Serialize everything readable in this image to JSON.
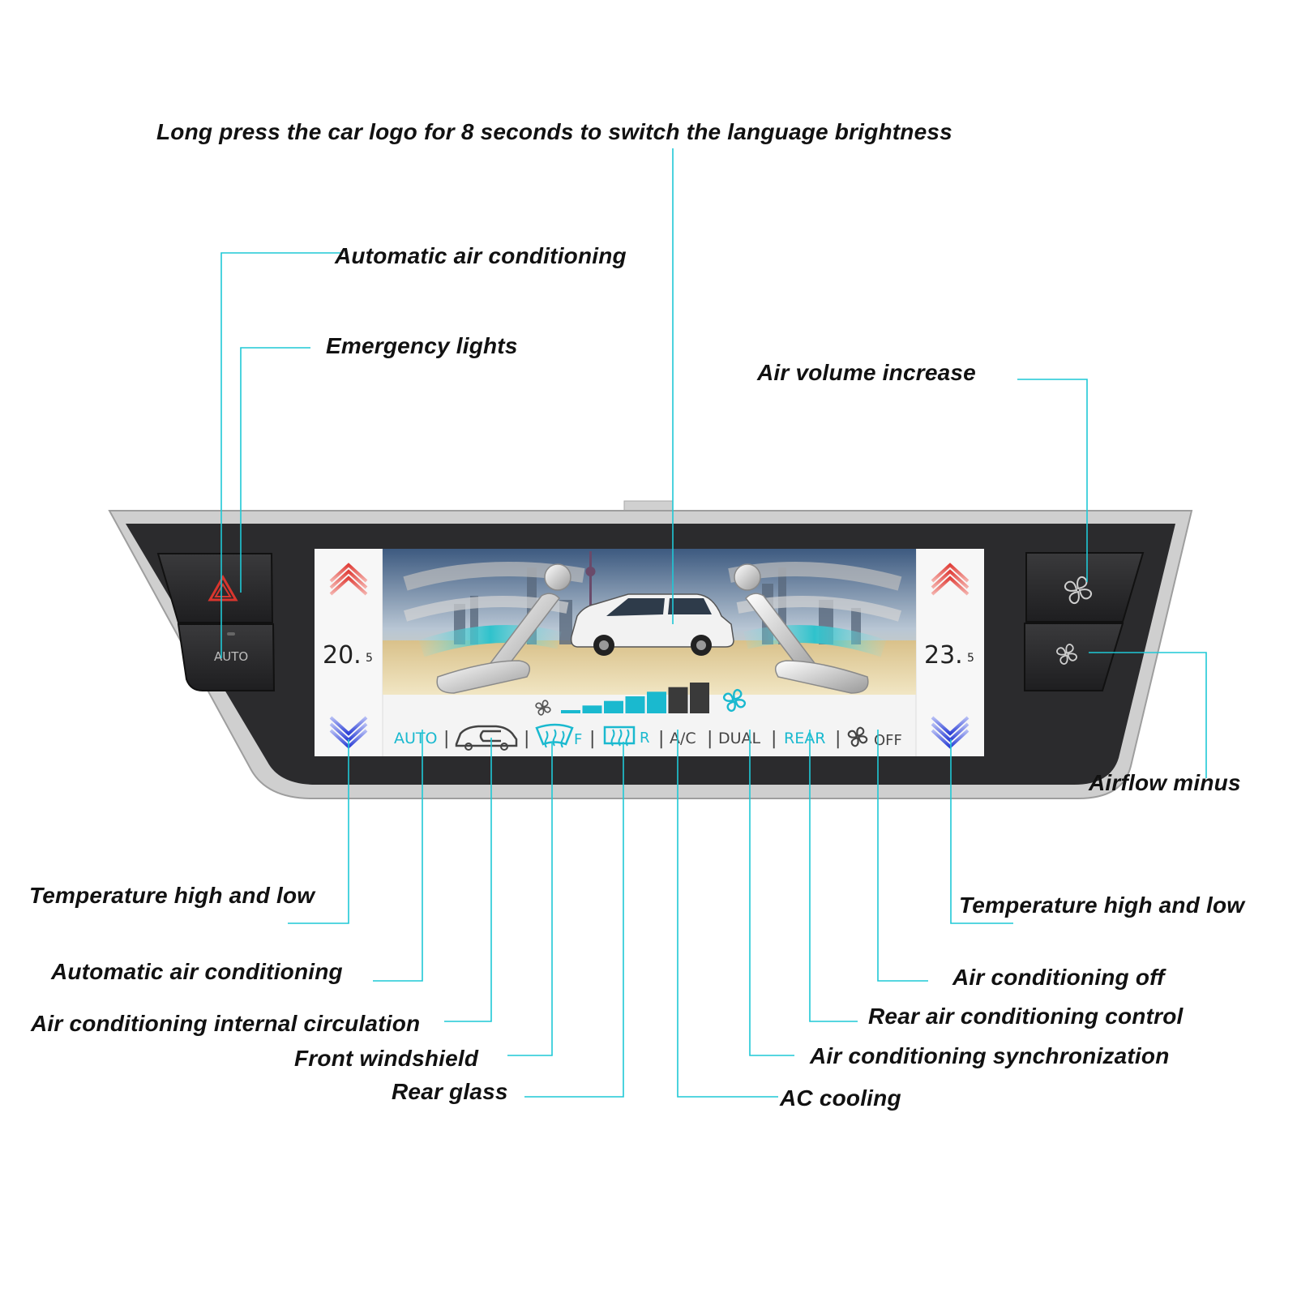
{
  "colors": {
    "leader": "#1fc8d6",
    "accent_cyan": "#1ab9cf",
    "label_text": "#111111",
    "bezel": "#2b2b2d",
    "frame": "#c9c9c9",
    "hazard": "#d9362e",
    "temp_up": "#e0403a",
    "temp_down": "#2b3fd6"
  },
  "callouts": {
    "top": "Long press the car logo for 8 seconds to switch the language brightness",
    "auto_top": "Automatic air conditioning",
    "emergency": "Emergency lights",
    "air_volume_increase": "Air volume increase",
    "airflow_minus": "Airflow minus",
    "temp_left": "Temperature high and low",
    "temp_right": "Temperature high and low",
    "auto_bottom": "Automatic air conditioning",
    "internal_circulation": "Air conditioning internal circulation",
    "front_windshield": "Front windshield",
    "rear_glass": "Rear glass",
    "ac_off": "Air conditioning off",
    "rear_control": "Rear air conditioning control",
    "sync": "Air conditioning synchronization",
    "ac_cooling": "AC cooling"
  },
  "panel": {
    "left_button_label": "AUTO",
    "left_temp_main": "20.",
    "left_temp_decimal": "5",
    "right_temp_main": "23.",
    "right_temp_decimal": "5",
    "status_bar": {
      "auto": "AUTO",
      "front_suffix": "F",
      "rear_suffix": "R",
      "ac": "A/C",
      "dual": "DUAL",
      "rear": "REAR",
      "off": "OFF",
      "separator": "|"
    },
    "fan_level": 5,
    "fan_level_max": 7
  },
  "icons": {
    "hazard": "hazard-triangle-icon",
    "fan": "fan-icon",
    "car": "car-recirculation-icon",
    "front_defrost": "front-defrost-icon",
    "rear_defrost": "rear-defrost-icon",
    "temp_up": "chevron-up-icon",
    "temp_down": "chevron-down-icon"
  }
}
